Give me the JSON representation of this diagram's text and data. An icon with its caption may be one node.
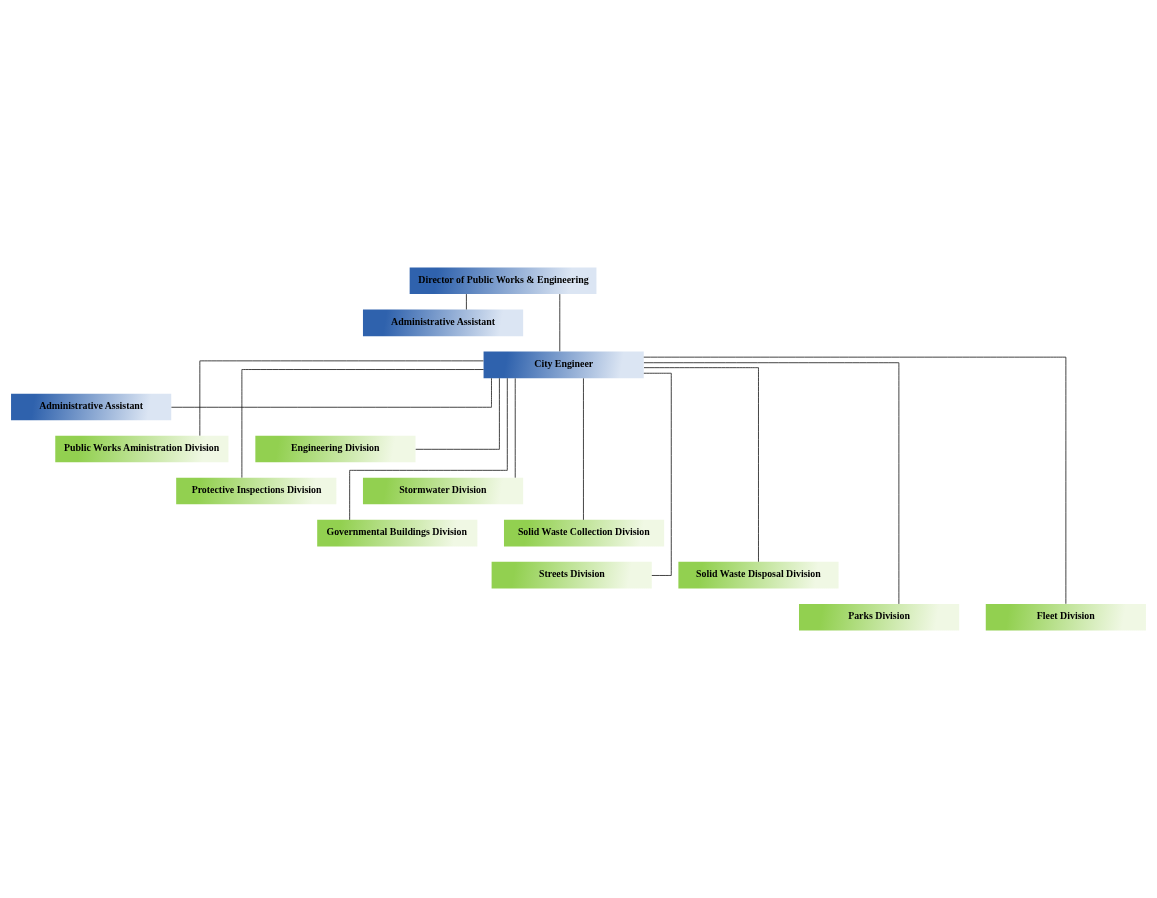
{
  "diagram": {
    "nodes": [
      {
        "text": [
          "Director of Public Works & Engineering"
        ]
      },
      {
        "text": [
          "Administrative Assistant"
        ]
      },
      {
        "text": [
          "City Engineer"
        ]
      },
      {
        "text": [
          "Administrative Assistant"
        ]
      },
      {
        "text": [
          "Public Works Aministration Division"
        ]
      },
      {
        "text": [
          "Engineering Division"
        ]
      },
      {
        "text": [
          "Protective Inspections Division"
        ]
      },
      {
        "text": [
          "Stormwater Division"
        ]
      },
      {
        "text": [
          "Governmental Buildings Division"
        ]
      },
      {
        "text": [
          "Solid Waste Collection Division"
        ]
      },
      {
        "text": [
          "Streets Division"
        ]
      },
      {
        "text": [
          "Solid Waste Disposal Division"
        ]
      },
      {
        "text": [
          "Parks Division"
        ]
      },
      {
        "text": [
          "Fleet Division"
        ]
      }
    ],
    "edges": [
      {
        "from": 0,
        "to": 1,
        "arrow": "none"
      },
      {
        "from": 0,
        "to": 2,
        "arrow": "none"
      },
      {
        "from": 2,
        "to": 3,
        "arrow": "none"
      },
      {
        "from": 2,
        "to": 4,
        "arrow": "none"
      },
      {
        "from": 2,
        "to": 5,
        "arrow": "none"
      },
      {
        "from": 2,
        "to": 6,
        "arrow": "none"
      },
      {
        "from": 2,
        "to": 7,
        "arrow": "none"
      },
      {
        "from": 2,
        "to": 8,
        "arrow": "none"
      },
      {
        "from": 2,
        "to": 9,
        "arrow": "none"
      },
      {
        "from": 2,
        "to": 10,
        "arrow": "none"
      },
      {
        "from": 2,
        "to": 11,
        "arrow": "none"
      },
      {
        "from": 2,
        "to": 12,
        "arrow": "none"
      },
      {
        "from": 2,
        "to": 13,
        "arrow": "none"
      }
    ]
  }
}
